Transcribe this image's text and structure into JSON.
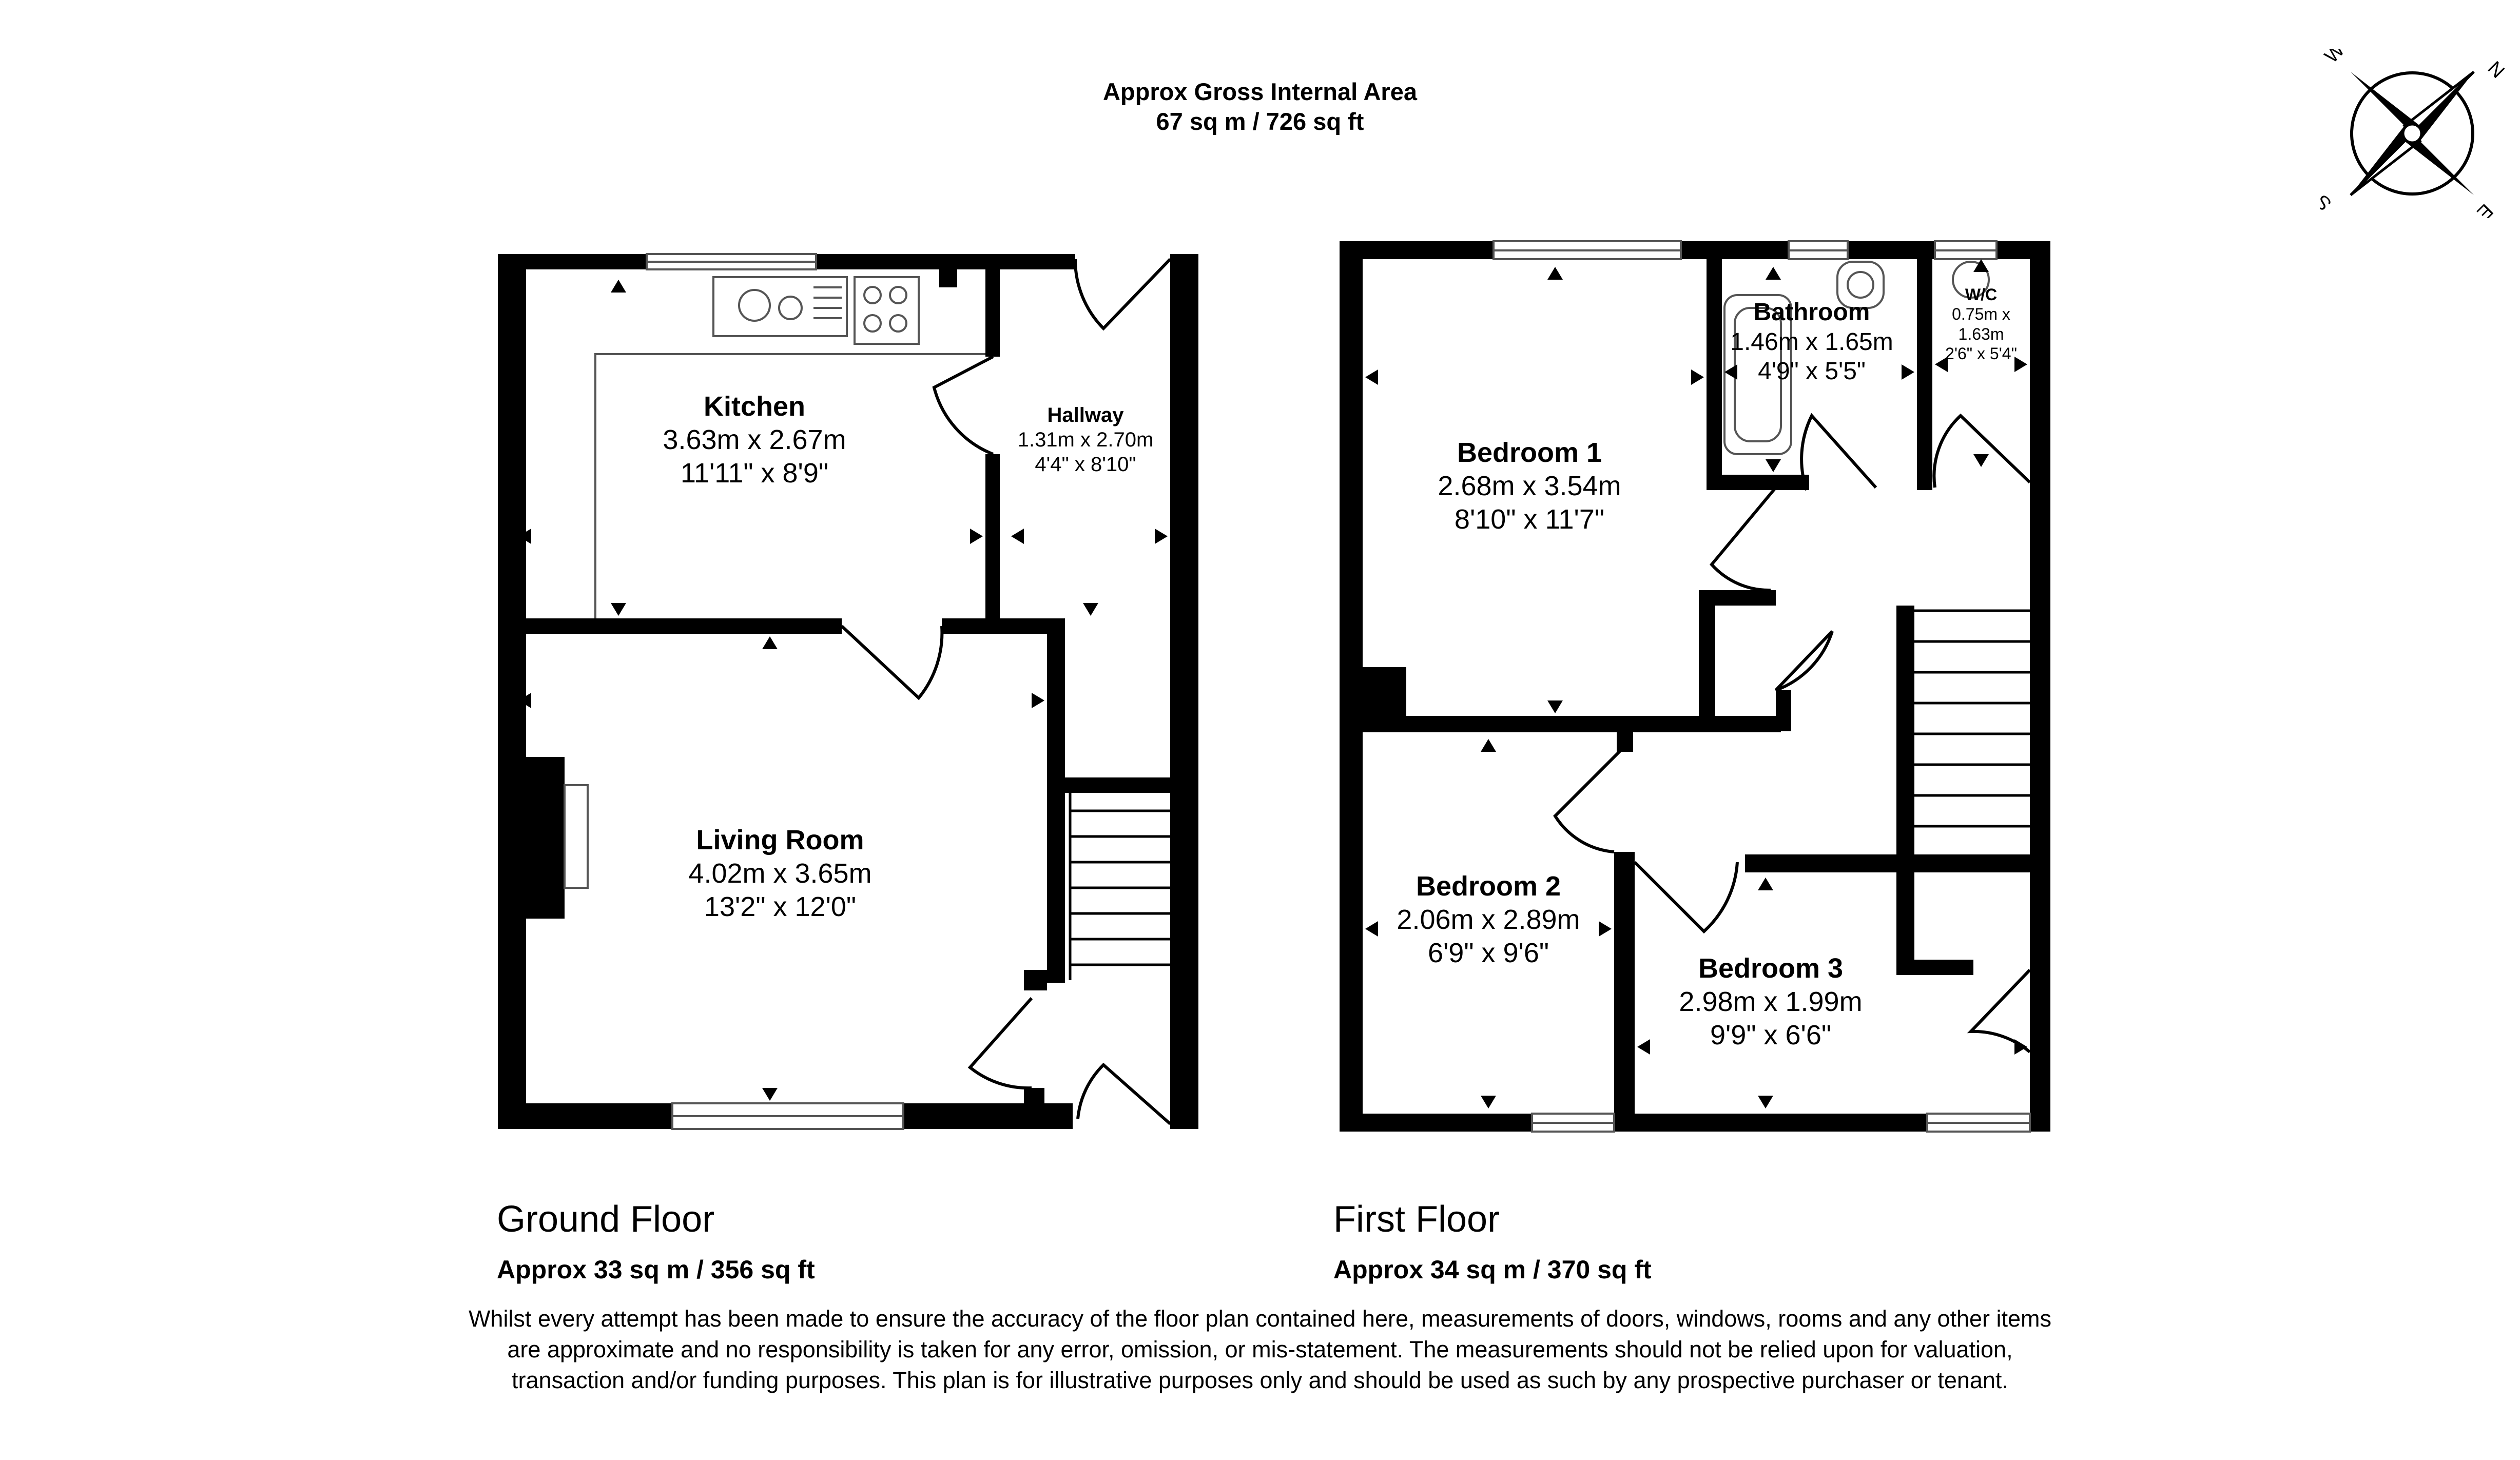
{
  "header": {
    "title": "Approx Gross Internal Area",
    "area": "67 sq m / 726 sq ft"
  },
  "compass": {
    "icon": "compass-rose-icon",
    "letters": [
      "N",
      "E",
      "S",
      "W"
    ]
  },
  "ground_floor": {
    "title": "Ground Floor",
    "area": "Approx 33 sq m / 356 sq ft",
    "rooms": {
      "kitchen": {
        "name": "Kitchen",
        "metric": "3.63m x 2.67m",
        "imperial": "11'11\" x 8'9\""
      },
      "hallway": {
        "name": "Hallway",
        "metric": "1.31m x 2.70m",
        "imperial": "4'4\" x 8'10\""
      },
      "living_room": {
        "name": "Living Room",
        "metric": "4.02m x 3.65m",
        "imperial": "13'2\" x 12'0\""
      }
    }
  },
  "first_floor": {
    "title": "First Floor",
    "area": "Approx 34 sq m / 370 sq ft",
    "rooms": {
      "bedroom1": {
        "name": "Bedroom 1",
        "metric": "2.68m x 3.54m",
        "imperial": "8'10\" x 11'7\""
      },
      "bathroom": {
        "name": "Bathroom",
        "metric": "1.46m x 1.65m",
        "imperial": "4'9\" x 5'5\""
      },
      "wc": {
        "name": "W/C",
        "metric": "0.75m x 1.63m",
        "imperial": "2'6\" x 5'4\""
      },
      "bedroom2": {
        "name": "Bedroom 2",
        "metric": "2.06m x 2.89m",
        "imperial": "6'9\" x 9'6\""
      },
      "bedroom3": {
        "name": "Bedroom 3",
        "metric": "2.98m x 1.99m",
        "imperial": "9'9\" x 6'6\""
      }
    }
  },
  "disclaimer": "Whilst every attempt has been made to ensure the accuracy of the floor plan contained here, measurements of doors, windows, rooms and any other items are approximate and no responsibility is taken for any error, omission, or mis-statement. The measurements should not be relied upon for valuation, transaction and/or funding purposes. This plan is for illustrative purposes only and should be used as such by any prospective purchaser or tenant.",
  "colors": {
    "wall": "#000000",
    "background": "#ffffff",
    "fixture": "#555555"
  }
}
